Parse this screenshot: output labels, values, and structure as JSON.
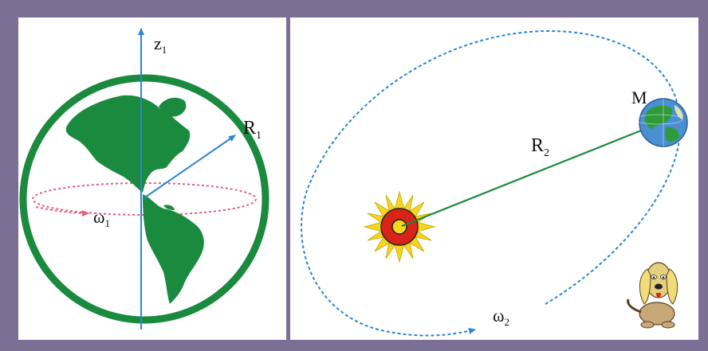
{
  "left_panel": {
    "axis_label": "z",
    "axis_sub": "1",
    "radius_label": "R",
    "radius_sub": "1",
    "omega_label": "ω",
    "omega_sub": "1"
  },
  "right_panel": {
    "moon_label": "M",
    "radius_label": "R",
    "radius_sub": "2",
    "omega_label": "ω",
    "omega_sub": "2"
  },
  "colors": {
    "frame": "#7b6f95",
    "earth_green": "#1a8a3e",
    "axis_blue": "#2a86d6",
    "dotted_red": "#e0607a",
    "sun_red": "#d92418",
    "sun_yellow": "#f5d61a"
  },
  "icons": [
    "earth-globe-icon",
    "sun-icon",
    "moon-globe-icon",
    "dog-mascot-icon"
  ]
}
